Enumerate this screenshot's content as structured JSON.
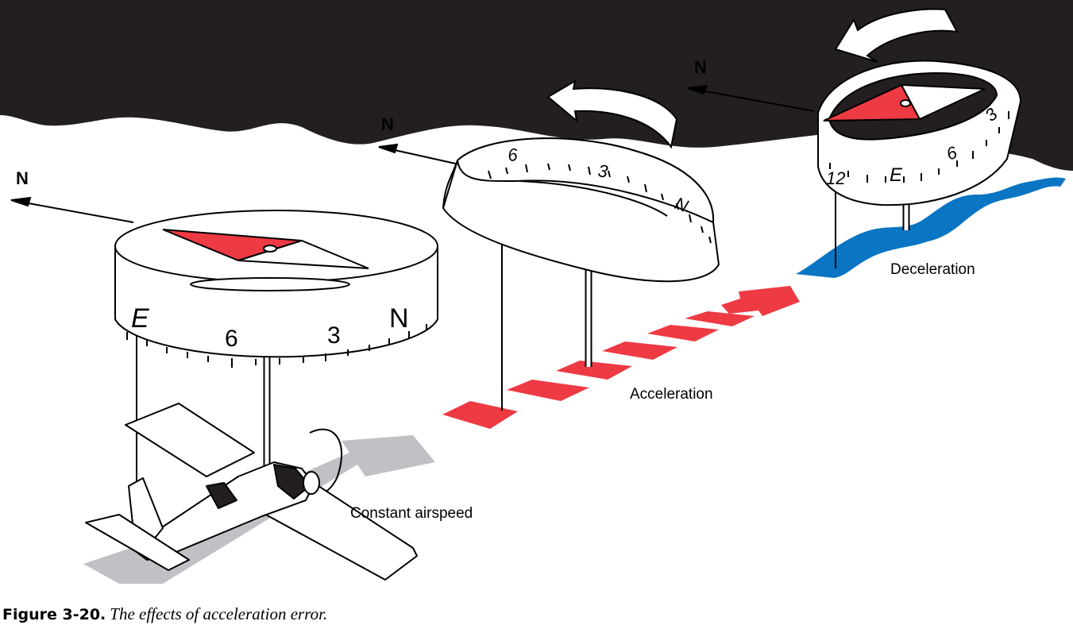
{
  "caption": {
    "figure_label": "Figure 3-20.",
    "text": "The effects of acceleration error."
  },
  "labels": {
    "constant": "Constant airspeed",
    "acceleration": "Acceleration",
    "deceleration": "Deceleration"
  },
  "north_label": "N",
  "compass_constant": {
    "marks": [
      "E",
      "6",
      "3",
      "N"
    ]
  },
  "compass_acceleration": {
    "marks": [
      "6",
      "3",
      "N"
    ]
  },
  "compass_deceleration": {
    "marks": [
      "12",
      "E",
      "6",
      "3"
    ]
  },
  "colors": {
    "sky": "#231f20",
    "card_red": "#ee3a43",
    "water_blue": "#0a75c2",
    "shadow_gray": "#c0c1c4"
  }
}
